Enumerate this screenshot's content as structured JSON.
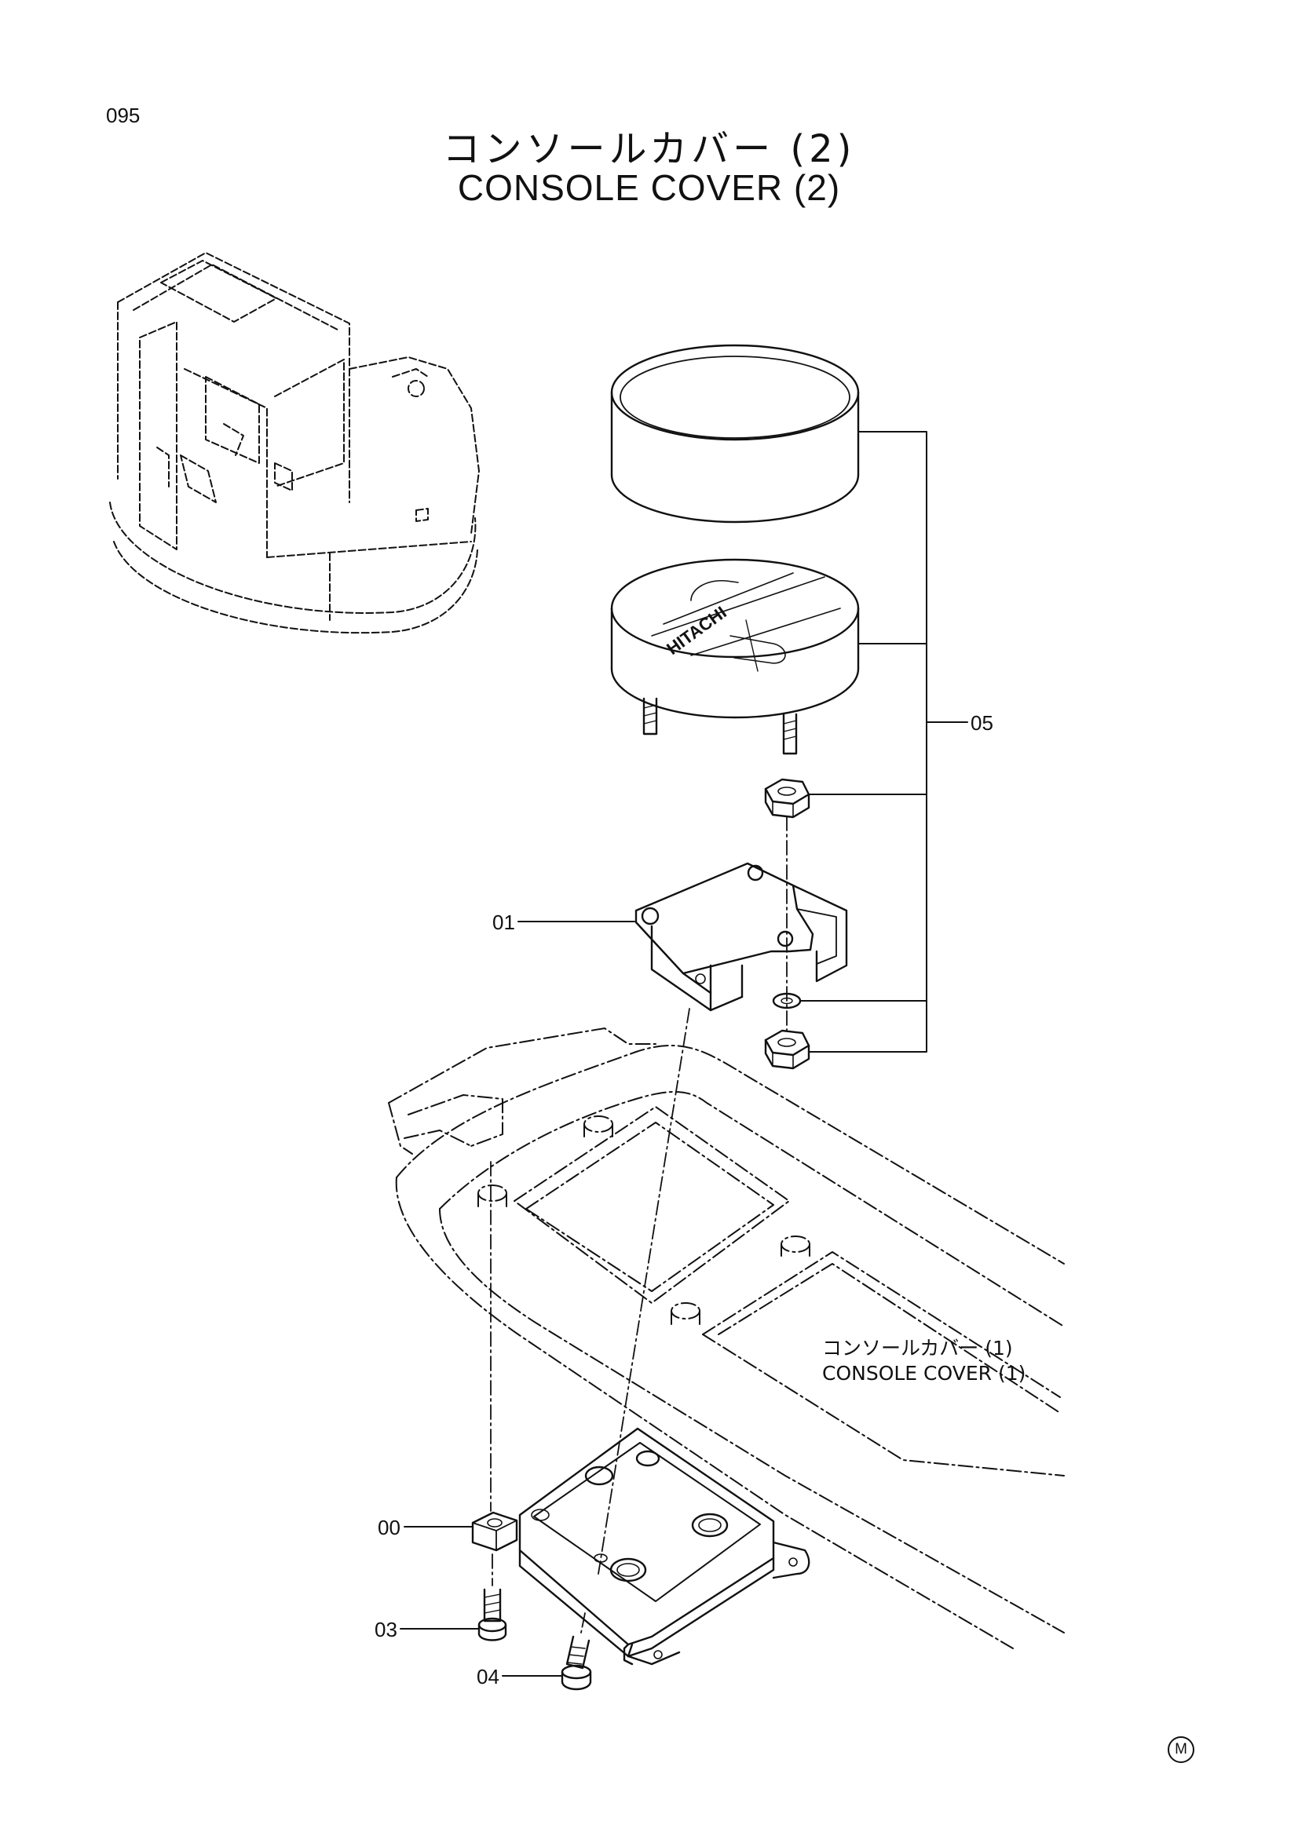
{
  "page": {
    "number": "095",
    "title_jp": "コンソールカバー (2)",
    "title_en": "CONSOLE COVER (2)",
    "mark": "M"
  },
  "logo_text": "HITACHI",
  "callouts": [
    "05",
    "01",
    "00",
    "03",
    "04"
  ],
  "reference": {
    "jp": "コンソールカバー (1)",
    "en": "CONSOLE COVER (1)"
  }
}
